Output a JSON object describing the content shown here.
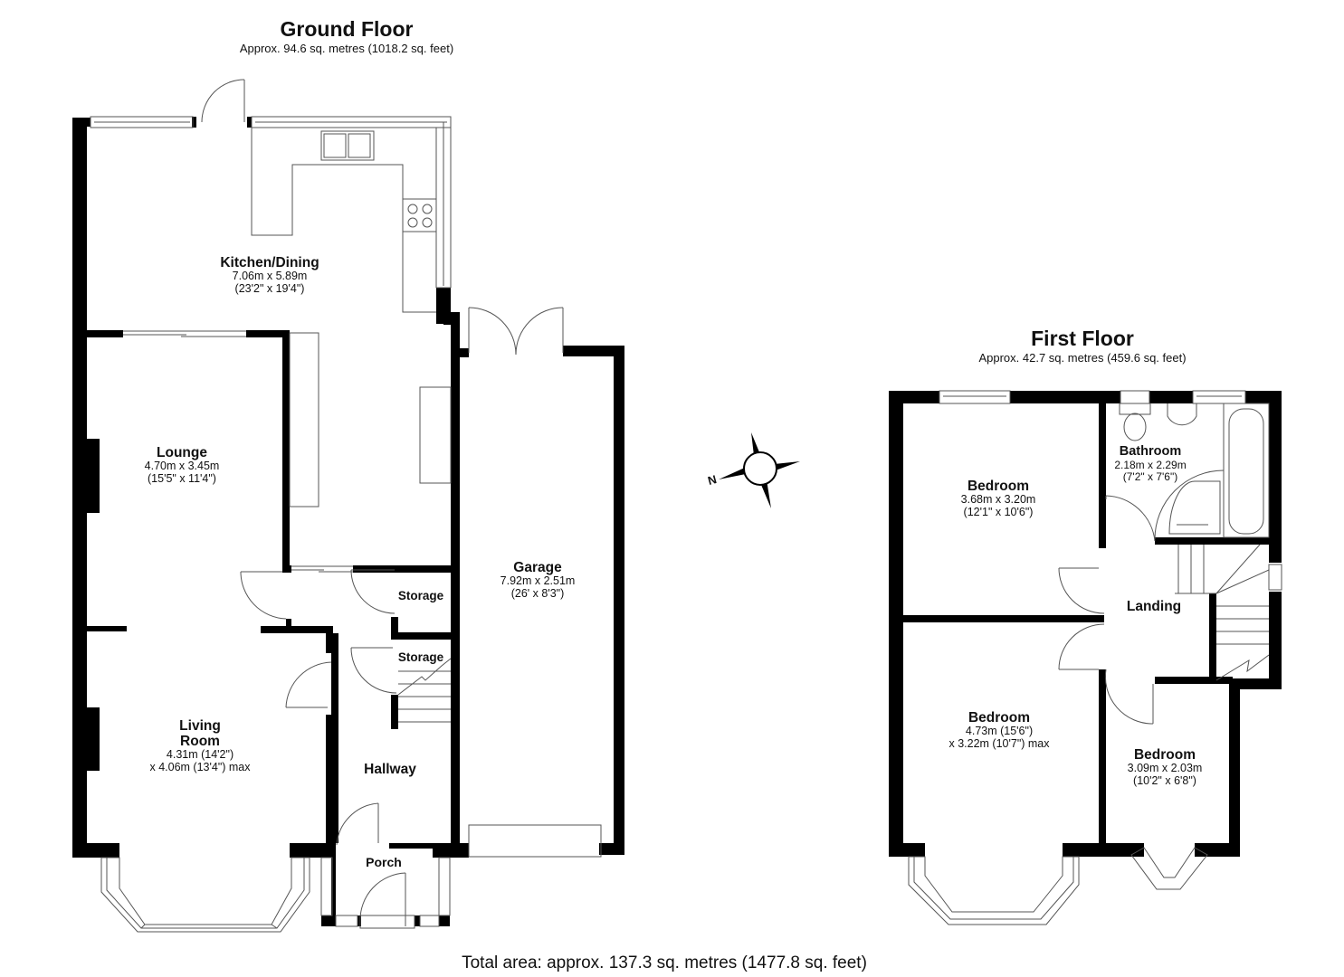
{
  "ground_floor": {
    "title": "Ground Floor",
    "area": "Approx. 94.6 sq. metres (1018.2 sq. feet)",
    "rooms": {
      "kitchen": {
        "name": "Kitchen/Dining",
        "dim1": "7.06m x 5.89m",
        "dim2": "(23'2\" x 19'4\")"
      },
      "lounge": {
        "name": "Lounge",
        "dim1": "4.70m x 3.45m",
        "dim2": "(15'5\" x 11'4\")"
      },
      "living": {
        "name1": "Living",
        "name2": "Room",
        "dim1": "4.31m (14'2\")",
        "dim2": "x 4.06m (13'4\") max"
      },
      "garage": {
        "name": "Garage",
        "dim1": "7.92m x 2.51m",
        "dim2": "(26' x 8'3\")"
      },
      "storage1": {
        "name": "Storage"
      },
      "storage2": {
        "name": "Storage"
      },
      "hallway": {
        "name": "Hallway"
      },
      "porch": {
        "name": "Porch"
      }
    }
  },
  "first_floor": {
    "title": "First Floor",
    "area": "Approx. 42.7 sq. metres (459.6 sq. feet)",
    "rooms": {
      "bedroom1": {
        "name": "Bedroom",
        "dim1": "3.68m x 3.20m",
        "dim2": "(12'1\" x 10'6\")"
      },
      "bathroom": {
        "name": "Bathroom",
        "dim1": "2.18m x 2.29m",
        "dim2": "(7'2\" x 7'6\")"
      },
      "landing": {
        "name": "Landing"
      },
      "bedroom2": {
        "name": "Bedroom",
        "dim1": "4.73m (15'6\")",
        "dim2": "x 3.22m (10'7\") max"
      },
      "bedroom3": {
        "name": "Bedroom",
        "dim1": "3.09m x 2.03m",
        "dim2": "(10'2\" x 6'8\")"
      }
    }
  },
  "compass": {
    "label": "N",
    "icon": "compass-icon"
  },
  "total_area": "Total area: approx. 137.3 sq. metres (1477.8 sq. feet)",
  "colors": {
    "wall": "#000000",
    "line": "#555555",
    "background": "#ffffff"
  }
}
